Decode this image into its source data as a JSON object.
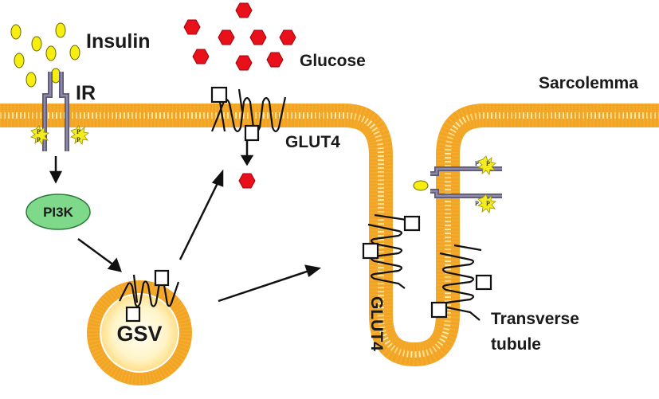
{
  "labels": {
    "insulin": "Insulin",
    "ir": "IR",
    "glucose": "Glucose",
    "sarcolemma": "Sarcolemma",
    "glut4_top": "GLUT4",
    "glut4_side": "GLUT4",
    "pi3k": "PI3K",
    "gsv": "GSV",
    "transverse_line1": "Transverse",
    "transverse_line2": "tubule",
    "phospho": "P"
  },
  "colors": {
    "membrane_orange": "#F2A427",
    "membrane_head": "#F6B532",
    "membrane_core": "#FFE9A8",
    "insulin_yellow": "#F5EE10",
    "glucose_red": "#E8101A",
    "pi3k_green": "#7ED98A",
    "receptor_purple": "#6E6A86",
    "phospho_yellow": "#F4EC1E"
  }
}
